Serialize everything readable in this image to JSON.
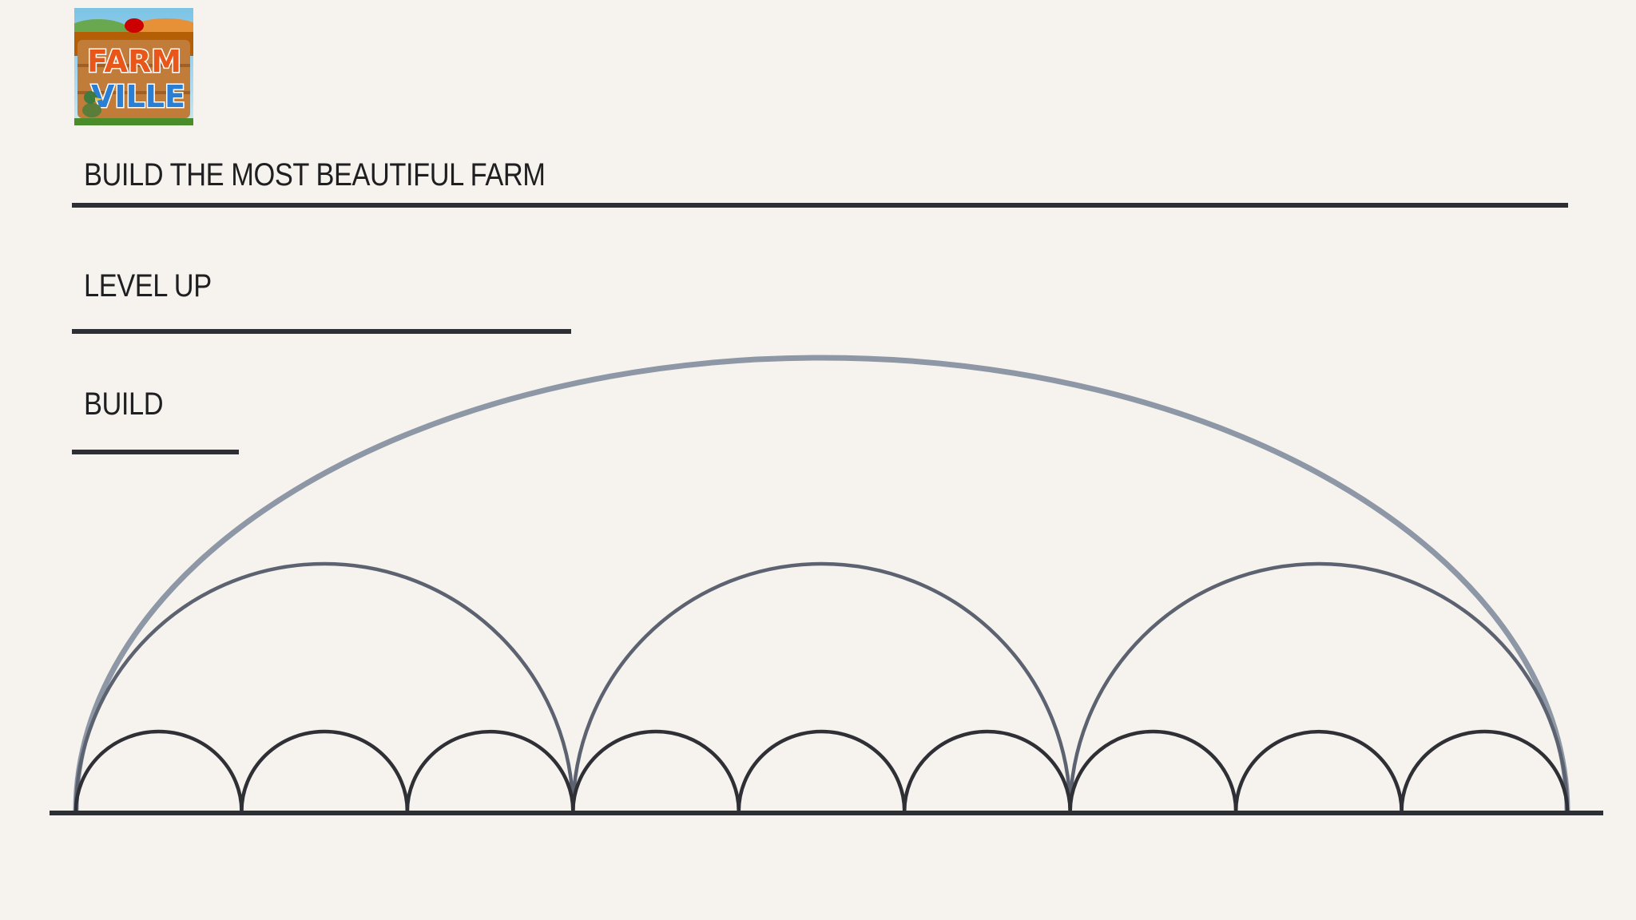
{
  "logo": {
    "line1": "FARM",
    "line2": "VILLE"
  },
  "items": [
    {
      "label": "BUILD THE MOST BEAUTIFUL FARM"
    },
    {
      "label": "LEVEL UP"
    },
    {
      "label": "BUILD"
    }
  ],
  "diagram": {
    "levels": [
      {
        "name": "large-arc",
        "count": 1,
        "color": "#8d97a5"
      },
      {
        "name": "medium-arc",
        "count": 3,
        "color": "#5c6270"
      },
      {
        "name": "small-arc",
        "count": 9,
        "color": "#2f3036"
      }
    ],
    "baseline_color": "#2e2f35"
  }
}
